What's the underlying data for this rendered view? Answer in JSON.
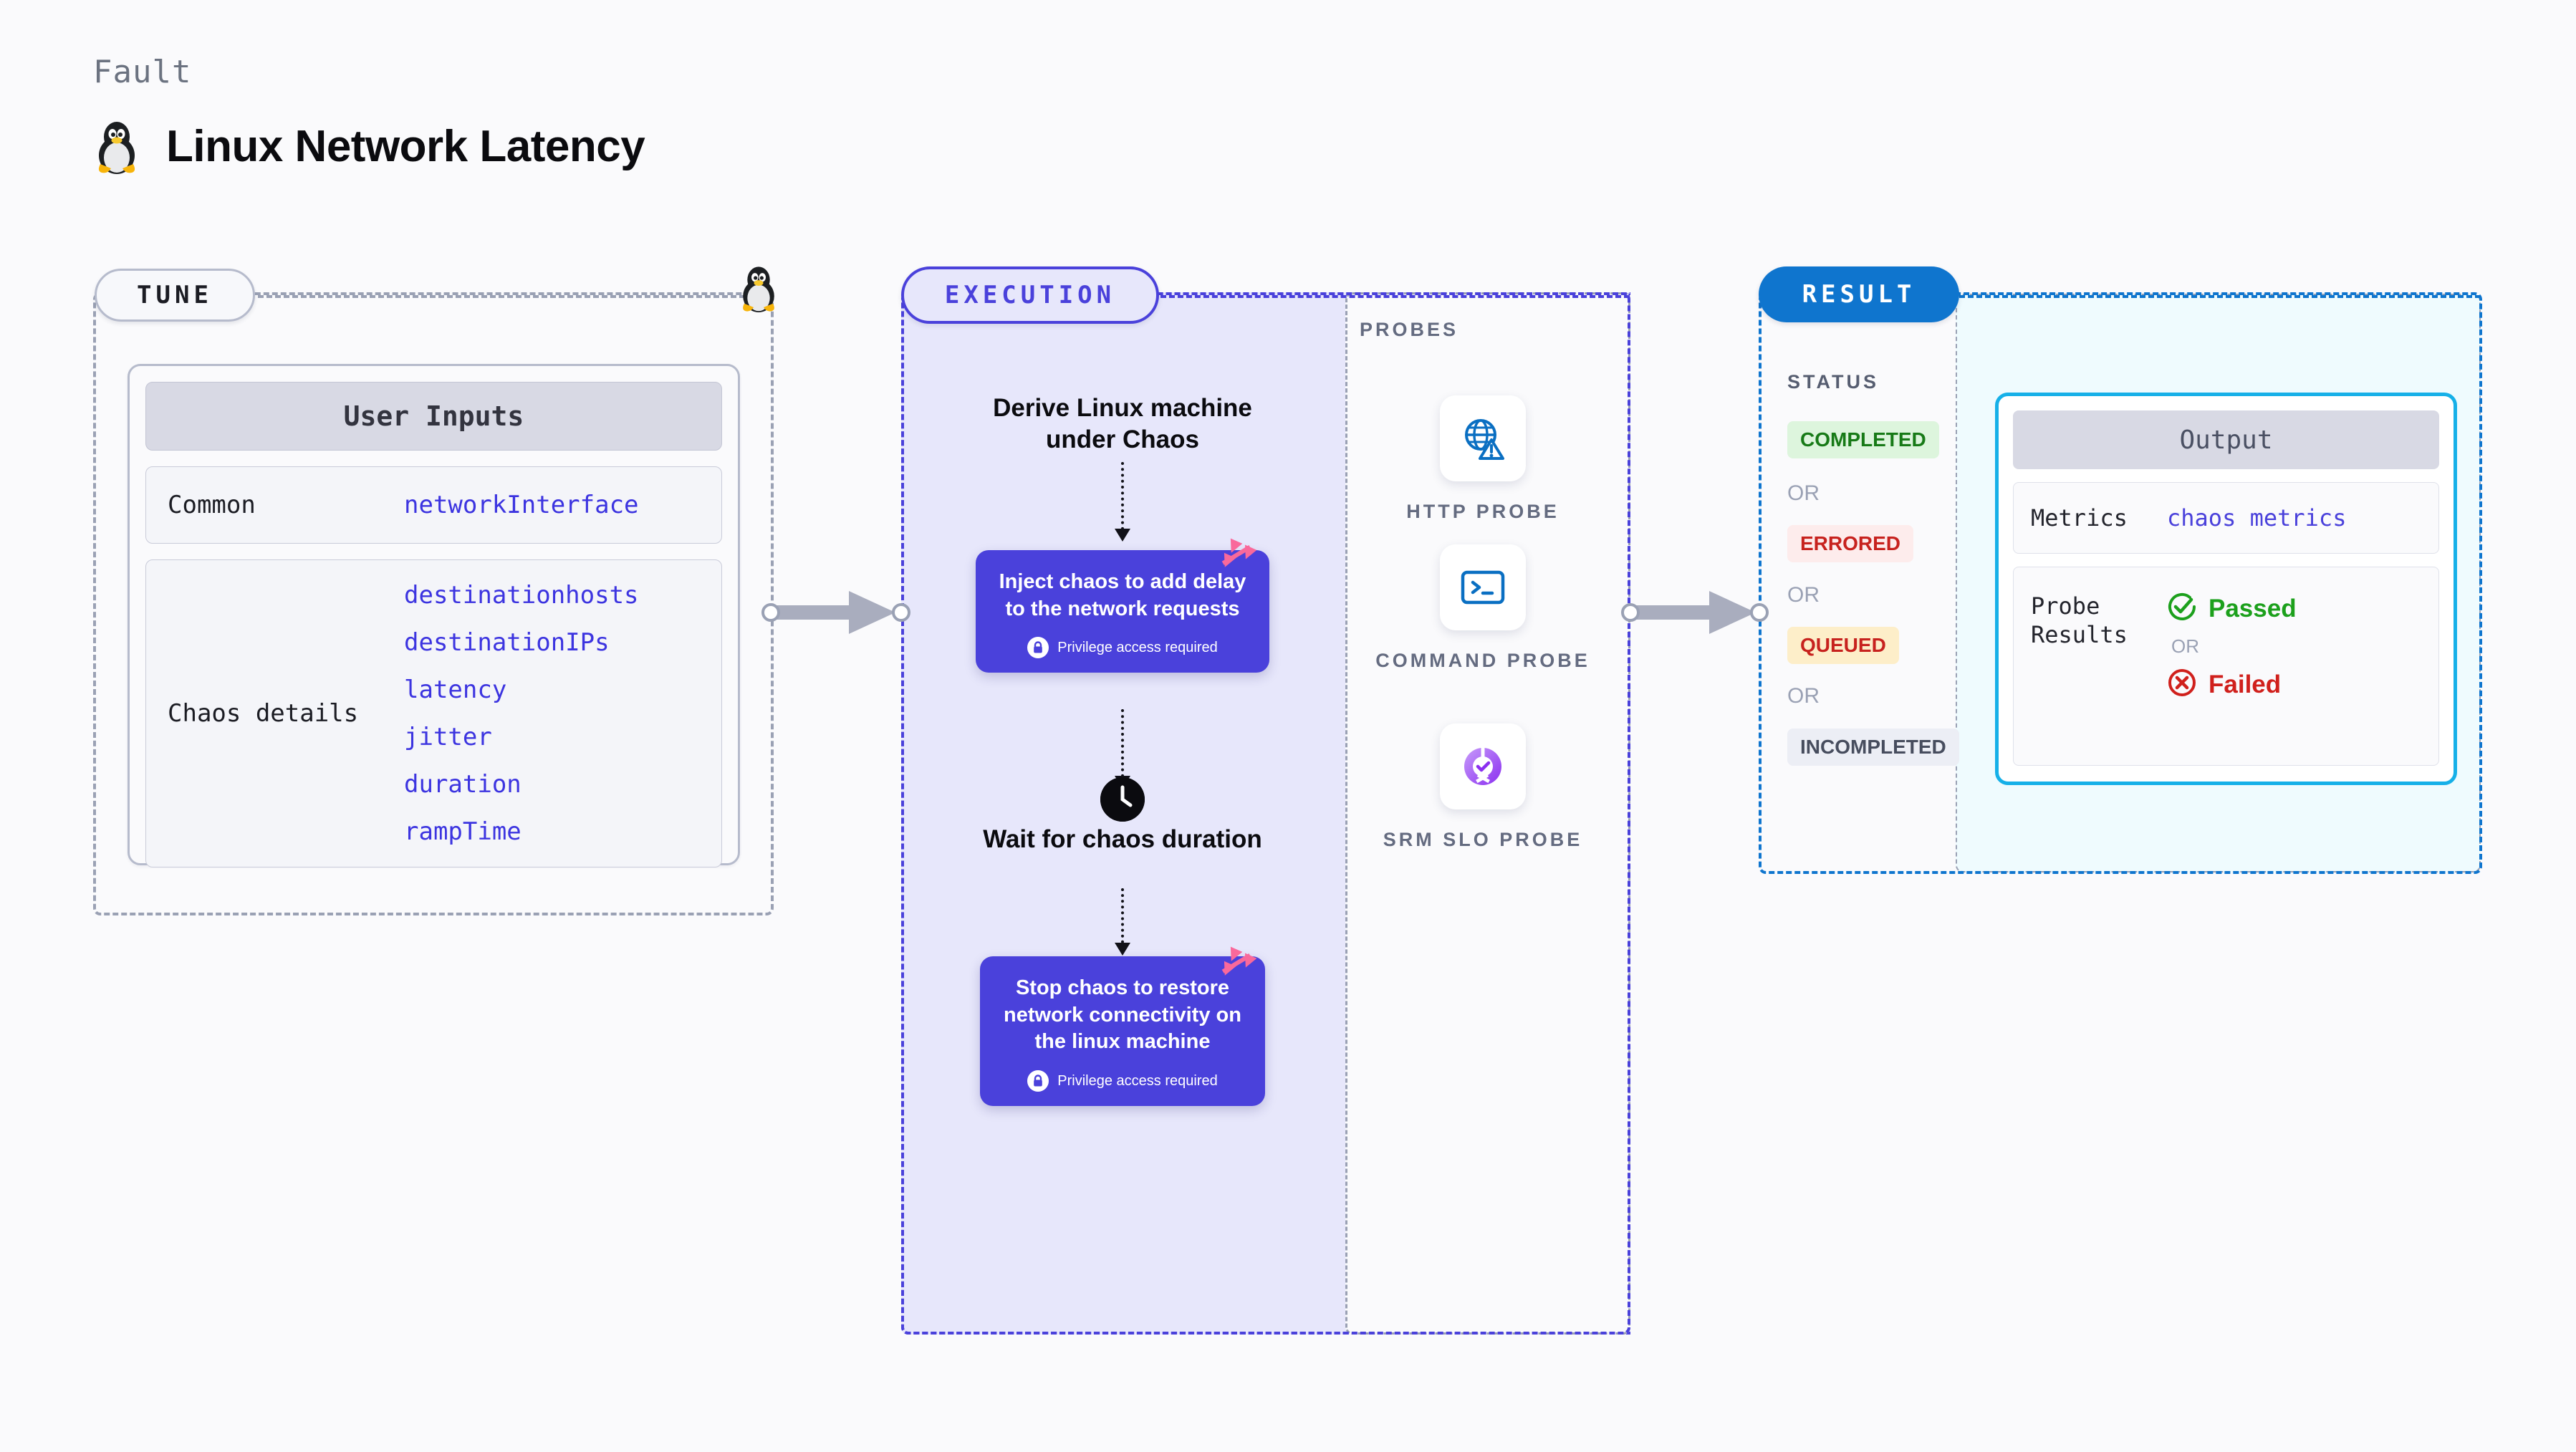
{
  "header": {
    "eyebrow": "Fault",
    "title": "Linux Network Latency",
    "icon": "tux-penguin-icon"
  },
  "tune": {
    "label": "TUNE",
    "card": {
      "header": "User Inputs",
      "rows": [
        {
          "label": "Common",
          "values": [
            "networkInterface"
          ]
        },
        {
          "label": "Chaos details",
          "values": [
            "destinationhosts",
            "destinationIPs",
            "latency",
            "jitter",
            "duration",
            "rampTime"
          ]
        }
      ]
    }
  },
  "execution": {
    "label": "EXECUTION",
    "steps": [
      {
        "type": "title",
        "text": "Derive Linux machine under Chaos"
      },
      {
        "type": "card",
        "text": "Inject chaos to add delay to the network requests",
        "privilege": "Privilege access required"
      },
      {
        "type": "title",
        "text": "Wait for chaos duration",
        "icon": "clock-icon"
      },
      {
        "type": "card",
        "text": "Stop chaos to restore network connectivity on the linux machine",
        "privilege": "Privilege access required"
      }
    ],
    "step_titles": {
      "derive": "Derive Linux machine under Chaos",
      "wait": "Wait for chaos duration"
    },
    "inject_card": {
      "text": "Inject chaos to add delay to the network requests",
      "privilege": "Privilege access required"
    },
    "stop_card": {
      "text": "Stop chaos to restore network connectivity on the linux machine",
      "privilege": "Privilege access required"
    }
  },
  "probes": {
    "title": "PROBES",
    "items": [
      {
        "label": "HTTP PROBE",
        "icon": "globe-warning-icon"
      },
      {
        "label": "COMMAND PROBE",
        "icon": "terminal-icon"
      },
      {
        "label": "SRM SLO PROBE",
        "icon": "slo-donut-check-icon"
      }
    ]
  },
  "result": {
    "label": "RESULT",
    "status_title": "STATUS",
    "statuses": [
      {
        "label": "COMPLETED",
        "bg": "#ddf5dd",
        "fg": "#177a17"
      },
      {
        "label": "ERRORED",
        "bg": "#fdecec",
        "fg": "#c7221e"
      },
      {
        "label": "QUEUED",
        "bg": "#fdeec9",
        "fg": "#c7221e"
      },
      {
        "label": "INCOMPLETED",
        "bg": "#eceef5",
        "fg": "#474d5e"
      }
    ],
    "or_text": "OR",
    "output": {
      "header": "Output",
      "metrics_label": "Metrics",
      "metrics_value": "chaos metrics",
      "probe_results_label": "Probe Results",
      "passed": "Passed",
      "failed": "Failed",
      "or_text": "OR"
    }
  },
  "colors": {
    "accent_purple": "#4a41db",
    "accent_blue": "#0f75ce",
    "accent_cyan": "#16b0e8",
    "harness_pink": "#f9699b",
    "value_blue": "#3c34e0",
    "muted": "#9aa1b4"
  }
}
